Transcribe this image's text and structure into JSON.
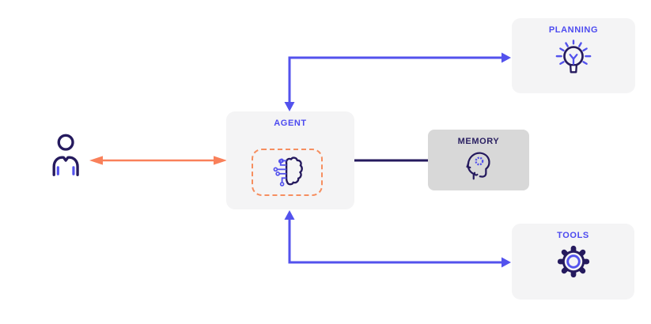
{
  "diagram": {
    "nodes": {
      "user": {
        "label": "",
        "icon": "user-icon"
      },
      "agent": {
        "label": "AGENT",
        "icon": "brain-circuit-icon"
      },
      "planning": {
        "label": "PLANNING",
        "icon": "lightbulb-icon"
      },
      "memory": {
        "label": "MEMORY",
        "icon": "head-gear-icon"
      },
      "tools": {
        "label": "TOOLS",
        "icon": "gear-icon"
      }
    },
    "edges": [
      {
        "from": "user",
        "to": "agent",
        "type": "double-headed-arrow",
        "color": "#f9805a"
      },
      {
        "from": "agent",
        "to": "planning",
        "type": "double-headed-elbow-arrow",
        "color": "#5352ed"
      },
      {
        "from": "agent",
        "to": "memory",
        "type": "plain-line",
        "color": "#251a5e"
      },
      {
        "from": "agent",
        "to": "tools",
        "type": "double-headed-elbow-arrow",
        "color": "#5352ed"
      }
    ],
    "colors": {
      "accent_blue": "#5352ed",
      "label_blue": "#4c4af0",
      "accent_orange": "#f9805a",
      "dashed_border_orange": "#f68e5f",
      "dark_navy": "#251a5e",
      "memory_label_navy": "#2b2162",
      "node_background_light": "#f4f4f5",
      "node_background_memory": "#d8d8d8",
      "page_background": "#ffffff"
    }
  }
}
